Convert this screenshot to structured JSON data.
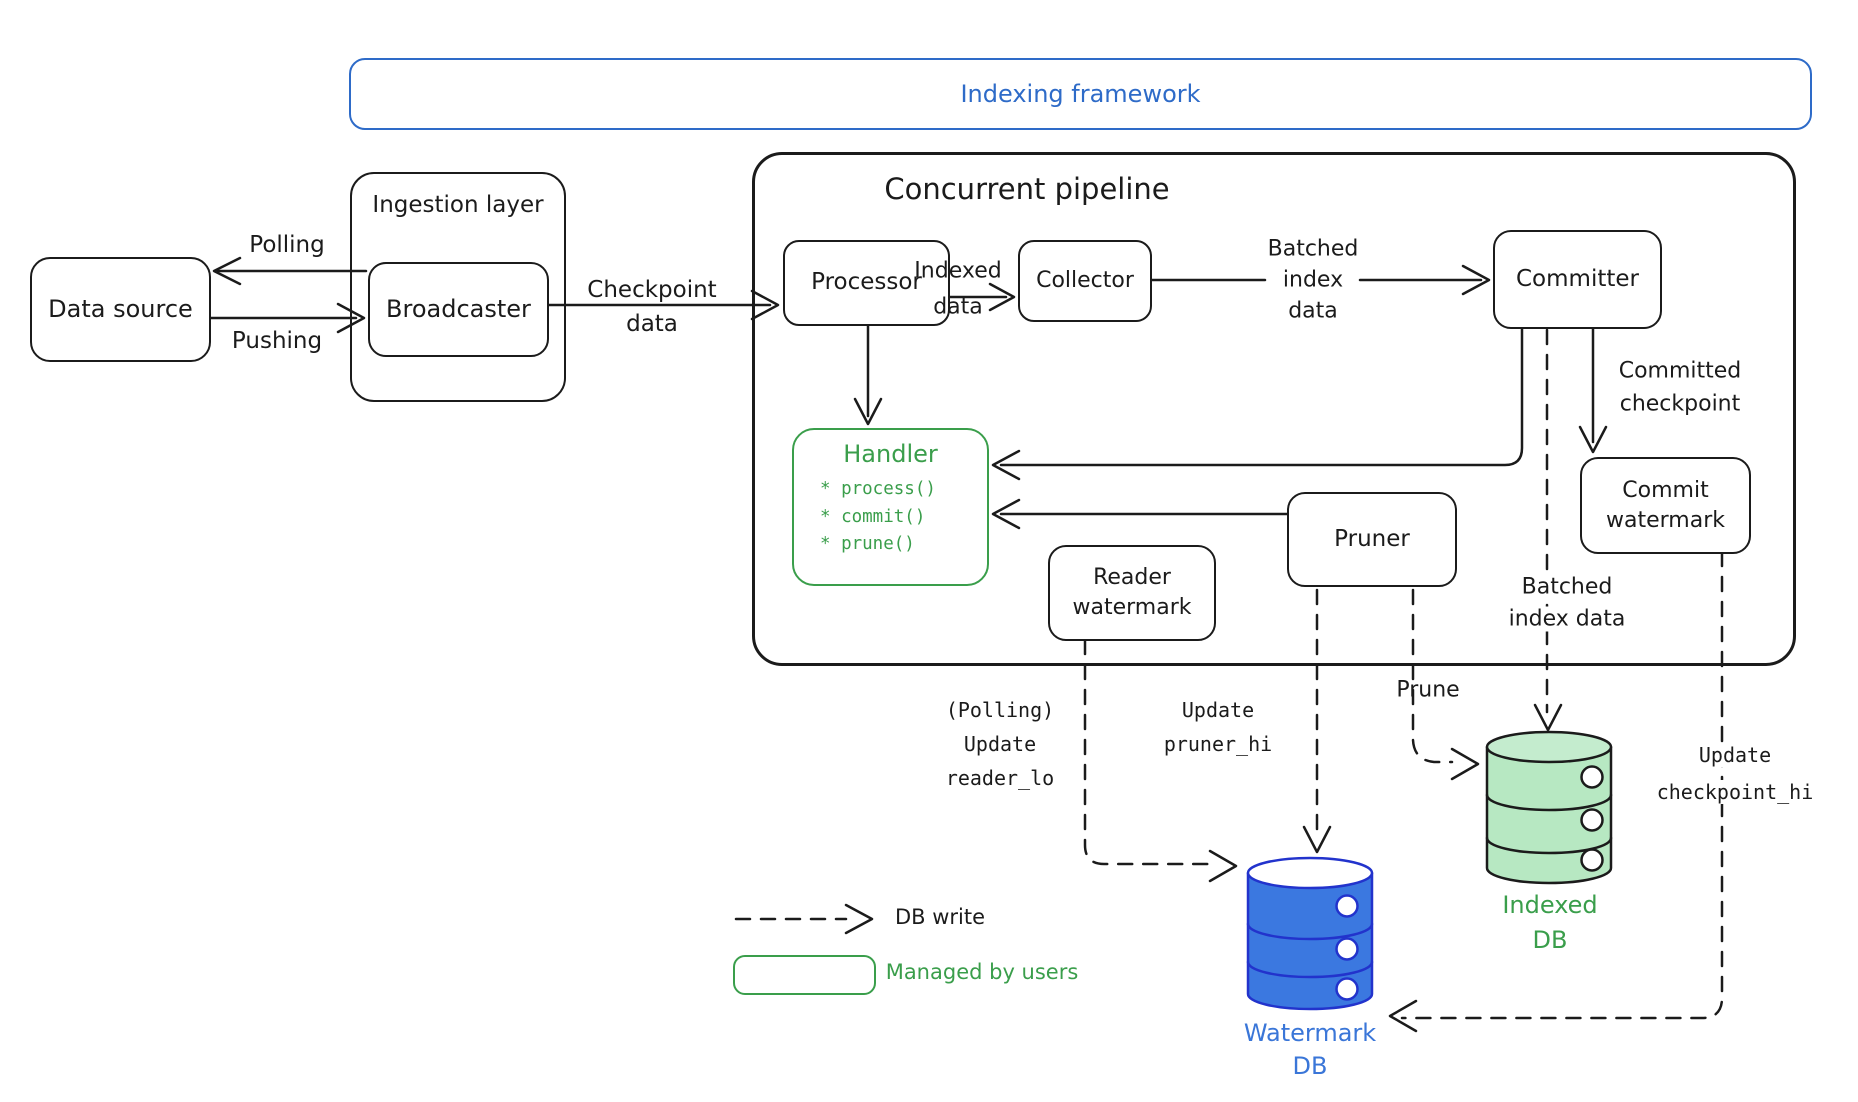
{
  "framework": {
    "title": "Indexing framework"
  },
  "nodes": {
    "data_source": "Data source",
    "ingestion_layer": "Ingestion layer",
    "broadcaster": "Broadcaster",
    "pipeline": "Concurrent pipeline",
    "processor": "Processor",
    "collector": "Collector",
    "committer": "Committer",
    "handler": {
      "title": "Handler",
      "methods": [
        "* process()",
        "* commit()",
        "* prune()"
      ]
    },
    "reader_watermark": [
      "Reader",
      "watermark"
    ],
    "pruner": "Pruner",
    "commit_watermark": [
      "Commit",
      "watermark"
    ],
    "watermark_db": [
      "Watermark",
      "DB"
    ],
    "indexed_db": [
      "Indexed",
      "DB"
    ]
  },
  "edges": {
    "polling": "Polling",
    "pushing": "Pushing",
    "checkpoint_data": [
      "Checkpoint",
      "data"
    ],
    "indexed_data": [
      "Indexed",
      "data"
    ],
    "batched_index_data_top": [
      "Batched",
      "index",
      "data"
    ],
    "committed_checkpoint": [
      "Committed",
      "checkpoint"
    ],
    "batched_index_data_bottom": [
      "Batched",
      "index data"
    ],
    "prune": "Prune",
    "update_reader": [
      "(Polling)",
      "Update",
      "reader_lo"
    ],
    "update_pruner": [
      "Update",
      "pruner_hi"
    ],
    "update_checkpoint": [
      "Update",
      "checkpoint_hi"
    ]
  },
  "legend": {
    "db_write": "DB write",
    "managed_by_users": "Managed by users"
  },
  "colors": {
    "ink": "#1b1b1b",
    "framework_blue": "#2e6bc8",
    "user_green": "#3a9e4b",
    "watermark_db_fill": "#3b78e0",
    "watermark_db_stroke": "#2233cc",
    "indexed_db_fill": "#b7e8c2"
  }
}
